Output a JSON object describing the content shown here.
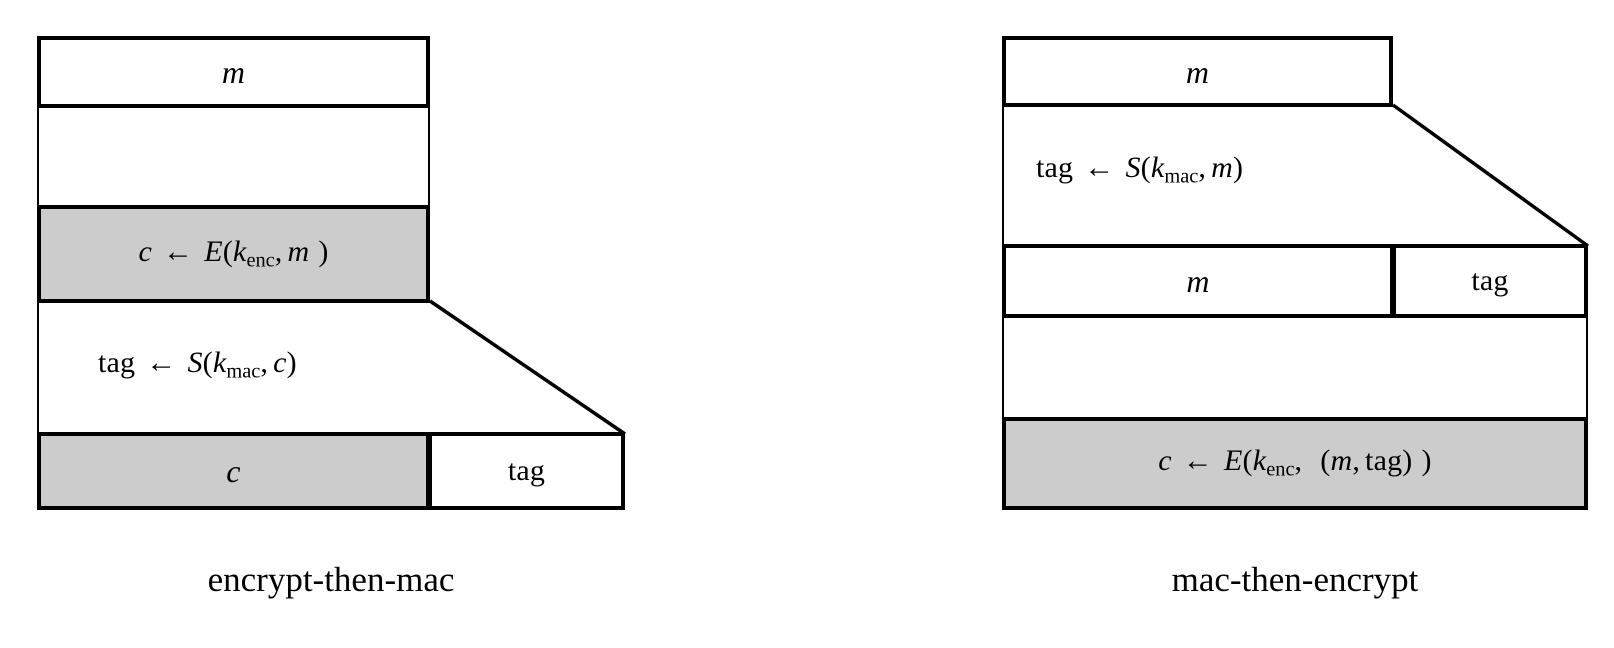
{
  "figure": {
    "title": "authenticated encryption construction comparison",
    "background_color": "#ffffff",
    "stroke_color": "#000000",
    "shaded_fill": "#cccccc"
  },
  "panels": [
    {
      "id": "encrypt-then-mac",
      "caption": "encrypt-then-mac",
      "blocks": {
        "top_message": "m",
        "encrypt_step": {
          "out": "c",
          "arrow": "←",
          "fn": "E",
          "key": "k",
          "key_sub": "enc",
          "sep": ",",
          "arg": "m",
          "full": "c ← E(k_enc, m )"
        },
        "mac_step": {
          "out": "tag",
          "arrow": "←",
          "fn": "S",
          "key": "k",
          "key_sub": "mac",
          "sep": ",",
          "arg": "c",
          "full": "tag ← S(k_mac, c)"
        },
        "output_left": "c",
        "output_right": "tag"
      }
    },
    {
      "id": "mac-then-encrypt",
      "caption": "mac-then-encrypt",
      "blocks": {
        "top_message": "m",
        "mac_step": {
          "out": "tag",
          "arrow": "←",
          "fn": "S",
          "key": "k",
          "key_sub": "mac",
          "sep": ",",
          "arg": "m",
          "full": "tag ← S(k_mac, m)"
        },
        "middle_left": "m",
        "middle_right": "tag",
        "encrypt_step": {
          "out": "c",
          "arrow": "←",
          "fn": "E",
          "key": "k",
          "key_sub": "enc",
          "sep": ",",
          "arg_open": "(",
          "arg_a": "m",
          "arg_sep": ",",
          "arg_b": "tag",
          "arg_close": ")",
          "full": "c ← E(k_enc, (m,tag) )"
        }
      }
    }
  ]
}
